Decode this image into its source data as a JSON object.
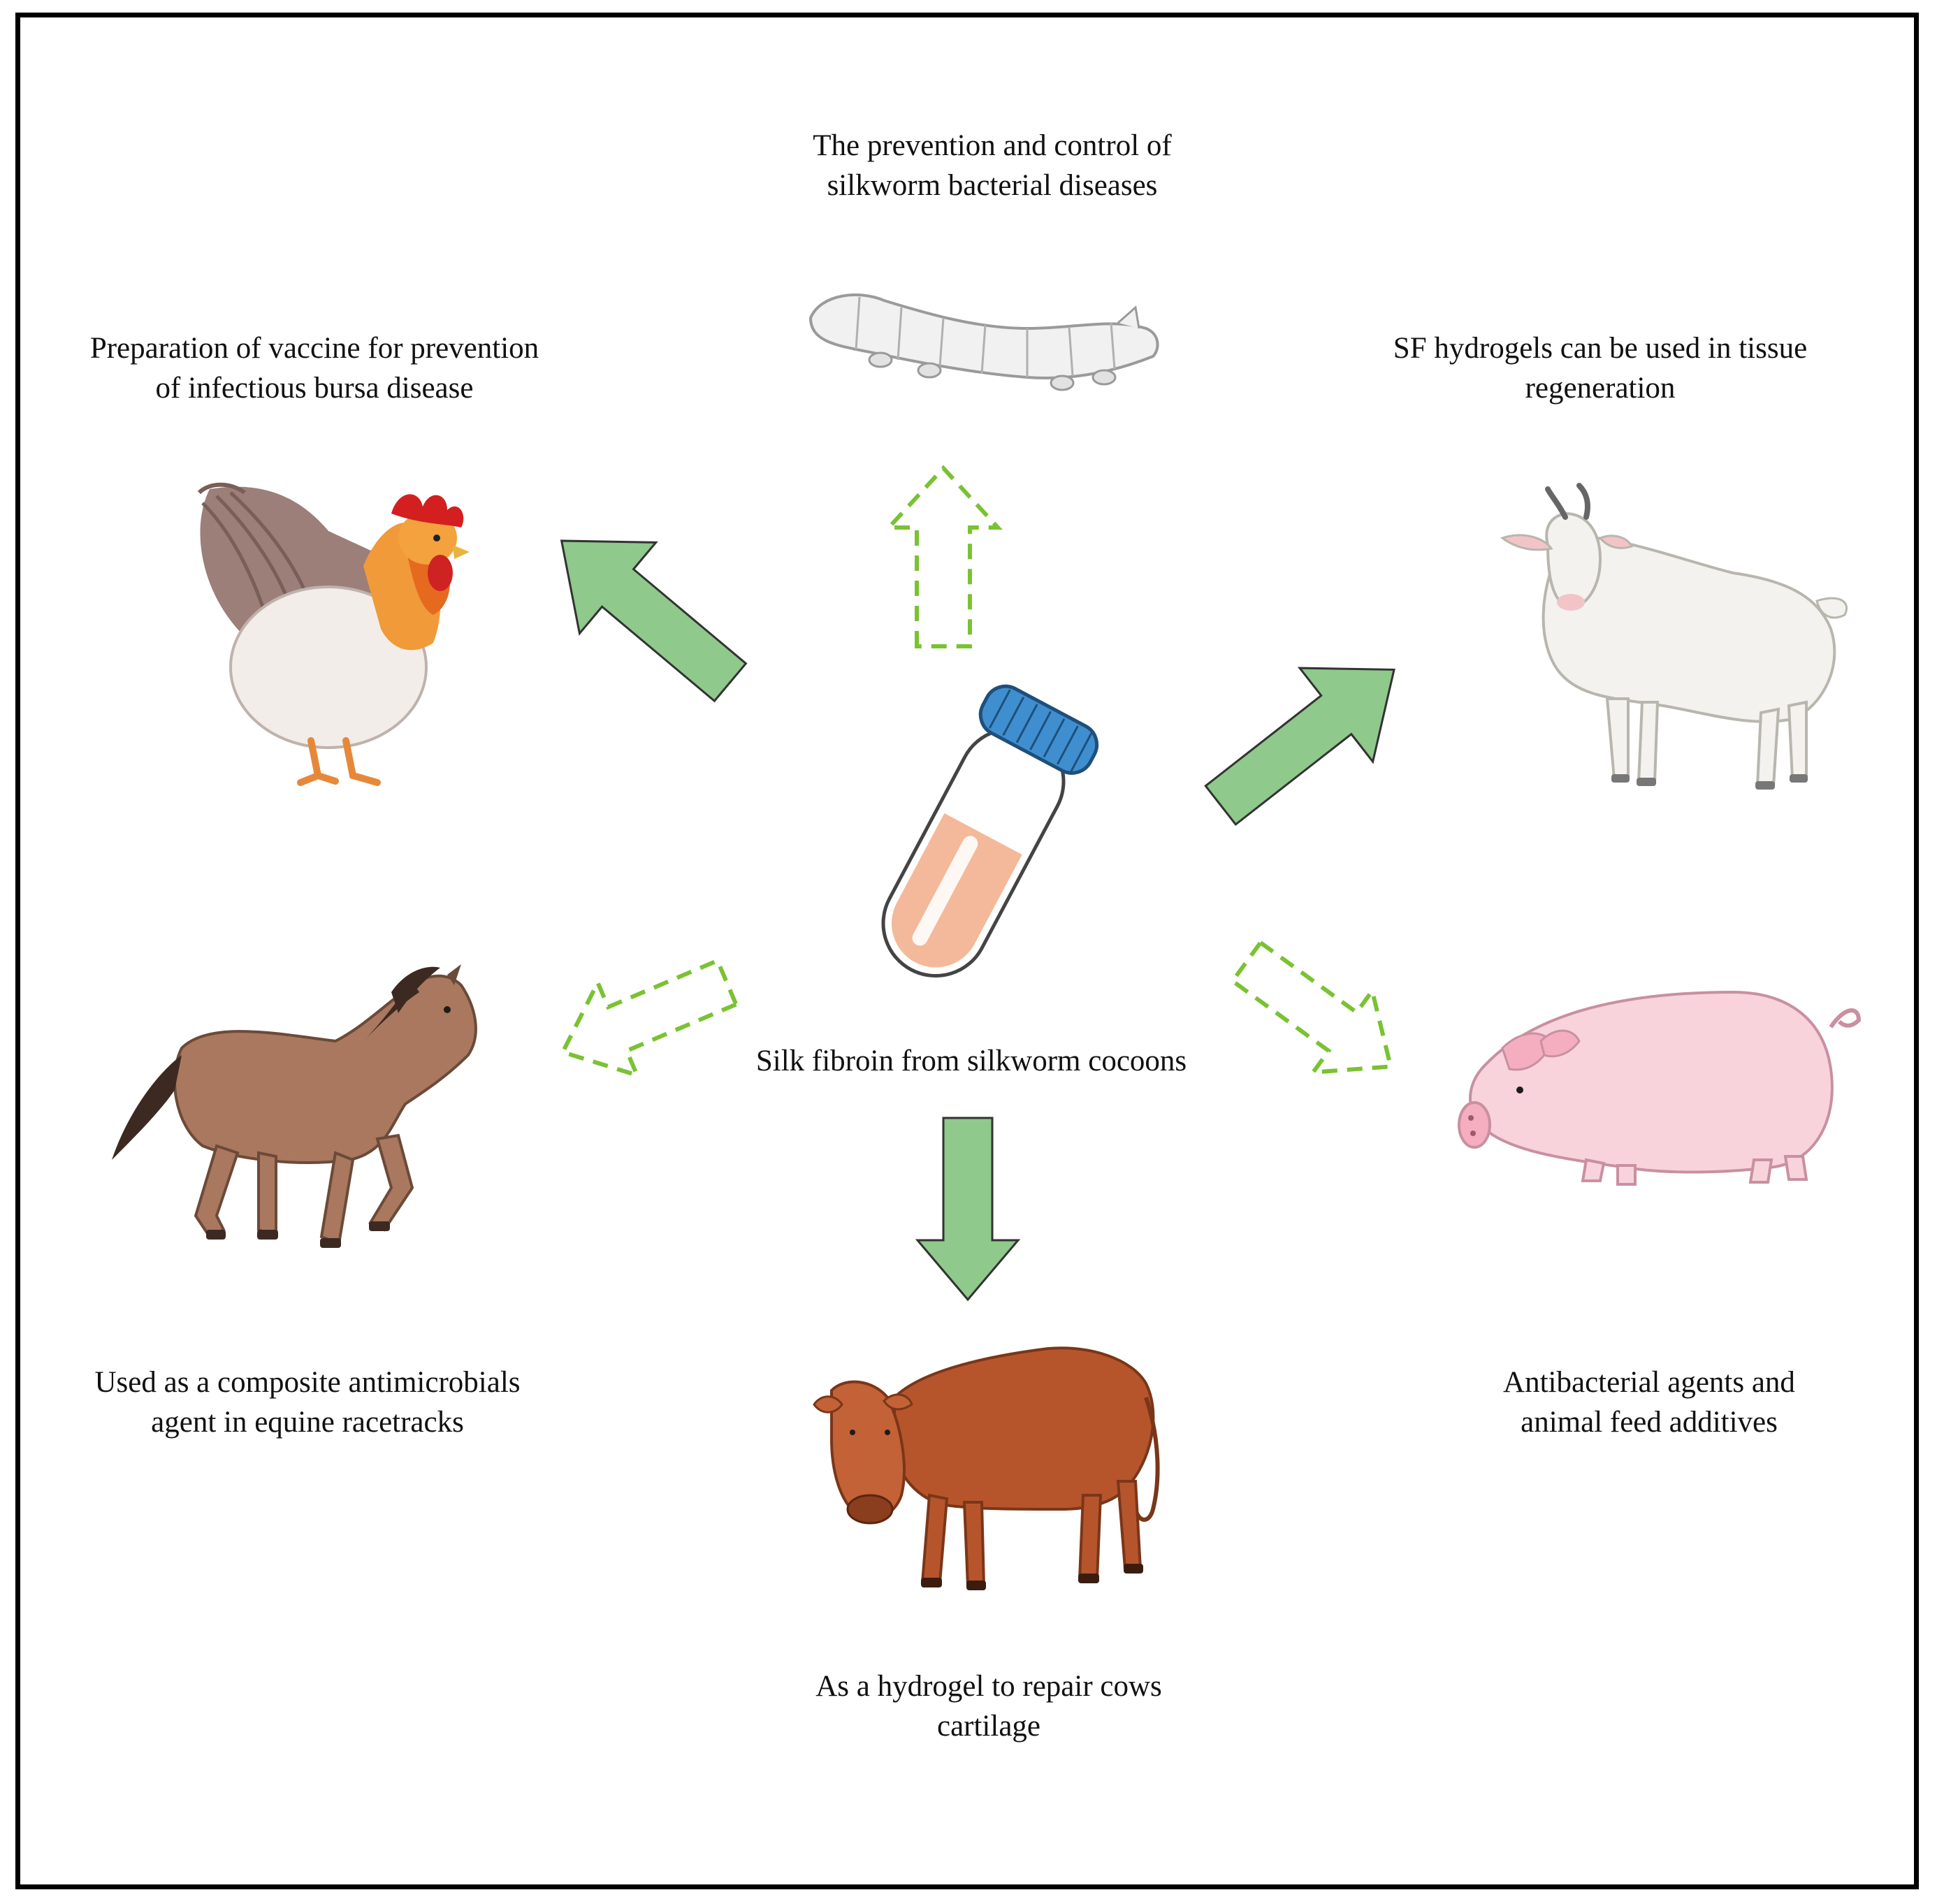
{
  "center": {
    "label": "Silk fibroin from silkworm cocoons"
  },
  "applications": [
    {
      "animal": "silkworm",
      "text": "The prevention and control of\nsilkworm bacterial diseases"
    },
    {
      "animal": "rooster",
      "text": "Preparation of vaccine for prevention\nof infectious bursa disease"
    },
    {
      "animal": "goat",
      "text": "SF hydrogels can be used in tissue\nregeneration"
    },
    {
      "animal": "horse",
      "text": "Used as a composite antimicrobials\nagent in equine racetracks"
    },
    {
      "animal": "pig",
      "text": "Antibacterial agents and\nanimal feed additives"
    },
    {
      "animal": "cow",
      "text": "As a hydrogel to repair cows\ncartilage"
    }
  ],
  "colors": {
    "solid_arrow": "#8fc98b",
    "dashed_arrow": "#7ac232",
    "tube_cap": "#3f8fd0",
    "tube_liquid": "#f4b99a"
  }
}
